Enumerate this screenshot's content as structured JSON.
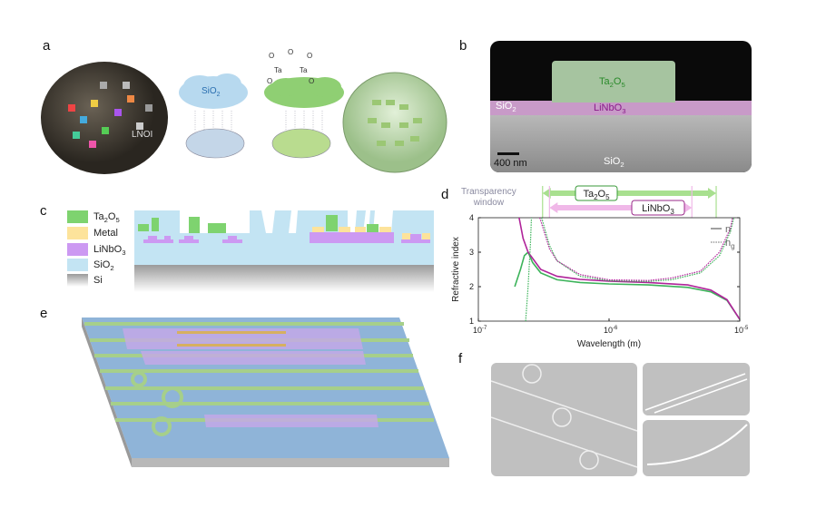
{
  "panels": {
    "a": "a",
    "b": "b",
    "c": "c",
    "d": "d",
    "e": "e",
    "f": "f"
  },
  "panel_a": {
    "wafer_label": "LNOI",
    "cloud1": "SiO",
    "cloud1_sub": "2",
    "cloud2_atoms": [
      "O",
      "O",
      "O",
      "Ta",
      "Ta",
      "O",
      "O"
    ]
  },
  "panel_b": {
    "ta_label": "Ta",
    "ta_sub1": "2",
    "ta_o": "O",
    "ta_sub2": "5",
    "ln_label": "LiNbO",
    "ln_sub": "3",
    "sio2_left": "SiO",
    "sio2_left_sub": "2",
    "sio2_bottom": "SiO",
    "sio2_bottom_sub": "2",
    "scale_bar": "400 nm"
  },
  "panel_c": {
    "legend": [
      {
        "label": "Ta",
        "sub": "2",
        "label2": "O",
        "sub2": "5",
        "color": "#7ed36f"
      },
      {
        "label": "Metal",
        "sub": "",
        "label2": "",
        "sub2": "",
        "color": "#fde39b"
      },
      {
        "label": "LiNbO",
        "sub": "3",
        "label2": "",
        "sub2": "",
        "color": "#cc99f2"
      },
      {
        "label": "SiO",
        "sub": "2",
        "label2": "",
        "sub2": "",
        "color": "#c3e4f3"
      },
      {
        "label": "Si",
        "sub": "",
        "label2": "",
        "sub2": "",
        "color": "#9a9a9a"
      }
    ]
  },
  "chart_data": {
    "type": "line",
    "xlabel": "Wavelength (m)",
    "ylabel": "Refractive index",
    "xscale": "log",
    "xlim": [
      1e-07,
      1e-05
    ],
    "ylim": [
      1,
      4
    ],
    "xticks": [
      {
        "v": 1e-07,
        "b": "10",
        "e": "-7"
      },
      {
        "v": 1e-06,
        "b": "10",
        "e": "-6"
      },
      {
        "v": 1e-05,
        "b": "10",
        "e": "-5"
      }
    ],
    "yticks": [
      1,
      2,
      3,
      4
    ],
    "legend": [
      {
        "label": "n",
        "style": "solid"
      },
      {
        "label": "n",
        "sub": "g",
        "style": "dotted"
      }
    ],
    "legend_position": "top-right",
    "transparency_label": [
      "Transparency",
      "window"
    ],
    "windows": [
      {
        "name": "Ta2O5",
        "label": "Ta",
        "sub1": "2",
        "mid": "O",
        "sub2": "5",
        "range": [
          3.1e-07,
          6.6e-06
        ],
        "color": "#a8e08f",
        "border": "#3a9a3a"
      },
      {
        "name": "LiNbO3",
        "label": "LiNbO",
        "sub1": "3",
        "range": [
          3.5e-07,
          4.3e-06
        ],
        "color": "#f0b8e8",
        "border": "#9a2a8a"
      }
    ],
    "series": [
      {
        "name": "Ta2O5 n",
        "color": "#3cb35a",
        "dash": false,
        "points": [
          [
            1.9e-07,
            2.0
          ],
          [
            2.1e-07,
            2.5
          ],
          [
            2.25e-07,
            2.9
          ],
          [
            2.4e-07,
            3.0
          ],
          [
            2.6e-07,
            2.7
          ],
          [
            3e-07,
            2.4
          ],
          [
            4e-07,
            2.2
          ],
          [
            6e-07,
            2.12
          ],
          [
            1e-06,
            2.08
          ],
          [
            2e-06,
            2.05
          ],
          [
            4e-06,
            1.98
          ],
          [
            6e-06,
            1.85
          ],
          [
            8e-06,
            1.6
          ],
          [
            1e-05,
            1.05
          ]
        ]
      },
      {
        "name": "LiNbO3 n",
        "color": "#b0239a",
        "dash": false,
        "points": [
          [
            2.05e-07,
            4.0
          ],
          [
            2.2e-07,
            3.4
          ],
          [
            2.4e-07,
            3.0
          ],
          [
            3e-07,
            2.5
          ],
          [
            4e-07,
            2.3
          ],
          [
            6e-07,
            2.21
          ],
          [
            1e-06,
            2.16
          ],
          [
            2e-06,
            2.12
          ],
          [
            4e-06,
            2.05
          ],
          [
            6e-06,
            1.9
          ],
          [
            8e-06,
            1.62
          ],
          [
            1e-05,
            1.05
          ]
        ]
      },
      {
        "name": "Ta2O5 ng",
        "color": "#3cb35a",
        "dash": true,
        "points": [
          [
            2.3e-07,
            1.0
          ],
          [
            2.4e-07,
            2.0
          ],
          [
            2.5e-07,
            3.2
          ],
          [
            2.55e-07,
            4.0
          ]
        ]
      },
      {
        "name": "Ta2O5 ng (upper)",
        "color": "#3cb35a",
        "dash": true,
        "points": [
          [
            3.05e-07,
            4.0
          ],
          [
            3.5e-07,
            3.2
          ],
          [
            4e-07,
            2.75
          ],
          [
            6e-07,
            2.3
          ],
          [
            1e-06,
            2.17
          ],
          [
            2e-06,
            2.15
          ],
          [
            3e-06,
            2.2
          ],
          [
            5e-06,
            2.4
          ],
          [
            7e-06,
            2.9
          ],
          [
            8.5e-06,
            3.6
          ],
          [
            9e-06,
            4.0
          ]
        ]
      },
      {
        "name": "LiNbO3 ng",
        "color": "#b0239a",
        "dash": true,
        "points": [
          [
            2.95e-07,
            4.0
          ],
          [
            3.5e-07,
            3.1
          ],
          [
            4e-07,
            2.75
          ],
          [
            6e-07,
            2.35
          ],
          [
            1e-06,
            2.2
          ],
          [
            2e-06,
            2.18
          ],
          [
            3e-06,
            2.25
          ],
          [
            5e-06,
            2.45
          ],
          [
            7e-06,
            3.0
          ],
          [
            8.5e-06,
            3.7
          ],
          [
            8.8e-06,
            4.0
          ]
        ]
      }
    ]
  }
}
